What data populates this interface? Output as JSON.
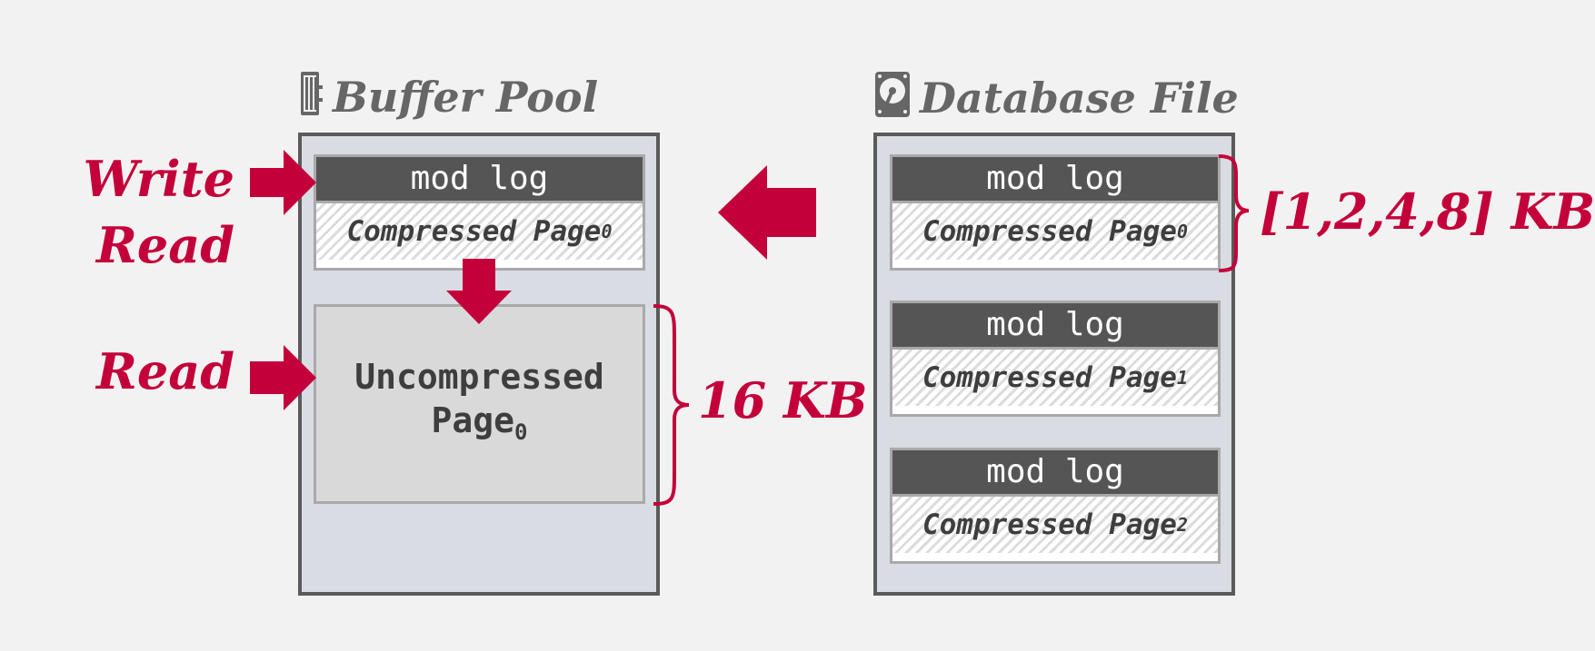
{
  "buffer_pool": {
    "title": "Buffer Pool",
    "icon": "memory-icon",
    "compressed_block": {
      "mod_log": "mod log",
      "page_label": "Compressed Page",
      "page_index": "0"
    },
    "uncompressed_block": {
      "line1": "Uncompressed",
      "line2": "Page",
      "page_index": "0"
    },
    "uncompressed_size": "16 KB"
  },
  "database_file": {
    "title": "Database File",
    "icon": "hard-disk-icon",
    "blocks": [
      {
        "mod_log": "mod log",
        "page_label": "Compressed Page",
        "page_index": "0"
      },
      {
        "mod_log": "mod log",
        "page_label": "Compressed Page",
        "page_index": "1"
      },
      {
        "mod_log": "mod log",
        "page_label": "Compressed Page",
        "page_index": "2"
      }
    ],
    "compressed_size": "[1,2,4,8] KB"
  },
  "operations": {
    "write_label": "Write",
    "read_label_top": "Read",
    "read_label_bottom": "Read"
  },
  "colors": {
    "accent": "#c4003a",
    "panel_bg": "#d9dce3",
    "panel_border": "#5a5a5a",
    "modlog_bg": "#555555",
    "title_text": "#666666"
  }
}
